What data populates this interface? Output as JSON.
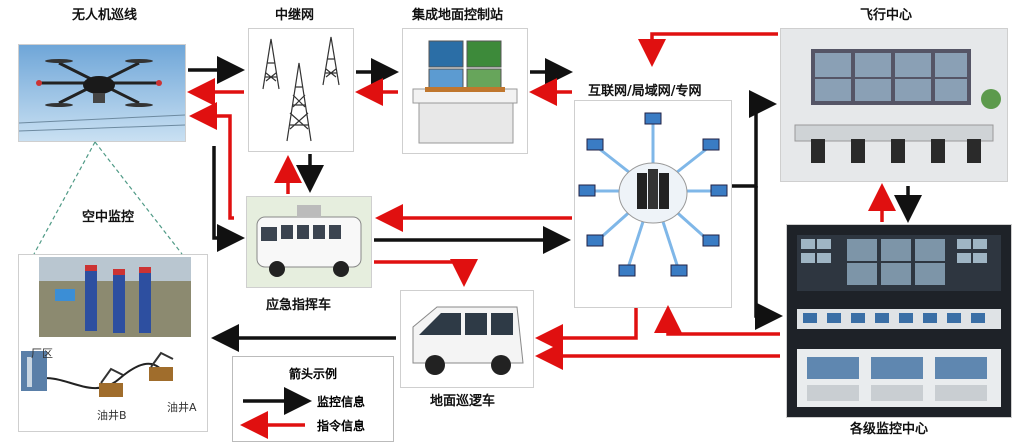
{
  "labels": {
    "drone_patrol": "无人机巡线",
    "relay_network": "中继网",
    "ground_control": "集成地面控制站",
    "internet": "互联网/局域网/专网",
    "flight_center": "飞行中心",
    "aerial_monitor": "空中监控",
    "command_vehicle": "应急指挥车",
    "patrol_vehicle": "地面巡逻车",
    "monitor_center": "各级监控中心",
    "factory": "厂区",
    "well_b": "油井B",
    "well_a": "油井A"
  },
  "legend": {
    "title": "箭头示例",
    "monitor": "监控信息",
    "command": "指令信息"
  },
  "colors": {
    "monitor_arrow": "#111111",
    "command_arrow": "#e01010",
    "dashed_line": "#4f9a86"
  }
}
